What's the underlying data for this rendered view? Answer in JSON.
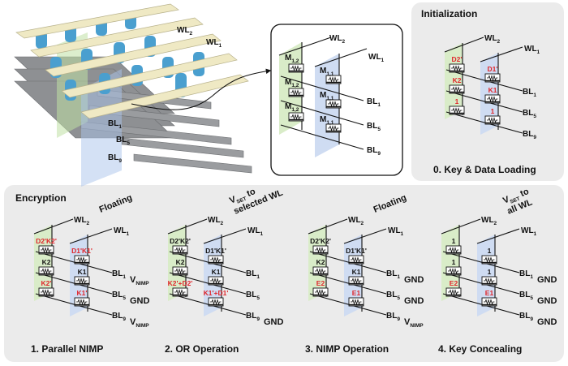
{
  "panels": {
    "initialization": {
      "header": "Initialization",
      "caption": "0. Key & Data Loading",
      "cells": [
        {
          "text": "D2'",
          "color": "#e0262b"
        },
        {
          "text": "D1'",
          "color": "#e0262b"
        },
        {
          "text": "K2",
          "color": "#e0262b"
        },
        {
          "text": "K1",
          "color": "#e0262b"
        },
        {
          "text": "1",
          "color": "#e0262b"
        },
        {
          "text": "1",
          "color": "#e0262b"
        }
      ]
    },
    "encryption_header": "Encryption",
    "steps": [
      {
        "caption": "1. Parallel NIMP",
        "top_note": [
          "Floating"
        ],
        "right_labels": [
          "V",
          "GND",
          "V"
        ],
        "right_subs": [
          "NIMP",
          "",
          "NIMP"
        ],
        "cells": [
          {
            "text": "D2'K2'",
            "color": "#e0262b"
          },
          {
            "text": "D1'K1'",
            "color": "#e0262b"
          },
          {
            "text": "K2",
            "color": "#111111"
          },
          {
            "text": "K1",
            "color": "#111111"
          },
          {
            "text": "K2'",
            "color": "#e0262b"
          },
          {
            "text": "K1'",
            "color": "#e0262b"
          }
        ]
      },
      {
        "caption": "2. OR Operation",
        "top_note": [
          "V",
          "SET",
          " to",
          "selected WL"
        ],
        "right_labels": [
          "",
          "",
          "GND"
        ],
        "right_subs": [
          "",
          "",
          ""
        ],
        "cells": [
          {
            "text": "D2'K2'",
            "color": "#111111"
          },
          {
            "text": "D1'K1'",
            "color": "#111111"
          },
          {
            "text": "K2",
            "color": "#111111"
          },
          {
            "text": "K1",
            "color": "#111111"
          },
          {
            "text": "K2'+D2'",
            "color": "#e0262b"
          },
          {
            "text": "K1'+D1'",
            "color": "#e0262b"
          }
        ]
      },
      {
        "caption": "3. NIMP Operation",
        "top_note": [
          "Floating"
        ],
        "right_labels": [
          "GND",
          "GND",
          "V"
        ],
        "right_subs": [
          "",
          "",
          "NIMP"
        ],
        "cells": [
          {
            "text": "D2'K2'",
            "color": "#111111"
          },
          {
            "text": "D1'K1'",
            "color": "#111111"
          },
          {
            "text": "K2",
            "color": "#111111"
          },
          {
            "text": "K1",
            "color": "#111111"
          },
          {
            "text": "E2",
            "color": "#e0262b"
          },
          {
            "text": "E1",
            "color": "#e0262b"
          }
        ]
      },
      {
        "caption": "4. Key Concealing",
        "top_note": [
          "V",
          "SET",
          " to",
          "all WL"
        ],
        "right_labels": [
          "GND",
          "GND",
          "GND"
        ],
        "right_subs": [
          "",
          "",
          ""
        ],
        "cells": [
          {
            "text": "1",
            "color": "#111111"
          },
          {
            "text": "1",
            "color": "#111111"
          },
          {
            "text": "1",
            "color": "#111111"
          },
          {
            "text": "1",
            "color": "#111111"
          },
          {
            "text": "E2",
            "color": "#e0262b"
          },
          {
            "text": "E1",
            "color": "#e0262b"
          }
        ]
      }
    ],
    "structure_3d": {
      "wl_labels": [
        [
          "WL",
          "2"
        ],
        [
          "WL",
          "1"
        ]
      ],
      "bl_labels": [
        [
          "BL",
          "1"
        ],
        [
          "BL",
          "5"
        ],
        [
          "BL",
          "9"
        ]
      ]
    },
    "zoom": {
      "wl_labels": [
        [
          "WL",
          "2"
        ],
        [
          "WL",
          "1"
        ]
      ],
      "bl_labels": [
        [
          "BL",
          "1"
        ],
        [
          "BL",
          "5"
        ],
        [
          "BL",
          "9"
        ]
      ],
      "cell_names": [
        [
          "M",
          "1,2"
        ],
        [
          "M",
          "1,1"
        ],
        [
          "M",
          "1,2"
        ],
        [
          "M",
          "1,1"
        ],
        [
          "M",
          "1,2"
        ],
        [
          "M",
          "1,1"
        ]
      ]
    },
    "common": {
      "wl_labels": [
        [
          "WL",
          "2"
        ],
        [
          "WL",
          "1"
        ]
      ],
      "bl_labels": [
        [
          "BL",
          "1"
        ],
        [
          "BL",
          "5"
        ],
        [
          "BL",
          "9"
        ]
      ]
    }
  },
  "colors": {
    "panel_bg": "#ebebeb",
    "green_plane": "#d9ecc8",
    "blue_plane": "#cfdcf2",
    "wordline": "#efe9c4",
    "bitline": "#8e9093",
    "pillar": "#4a9fcf",
    "accent_red": "#e0262b"
  }
}
